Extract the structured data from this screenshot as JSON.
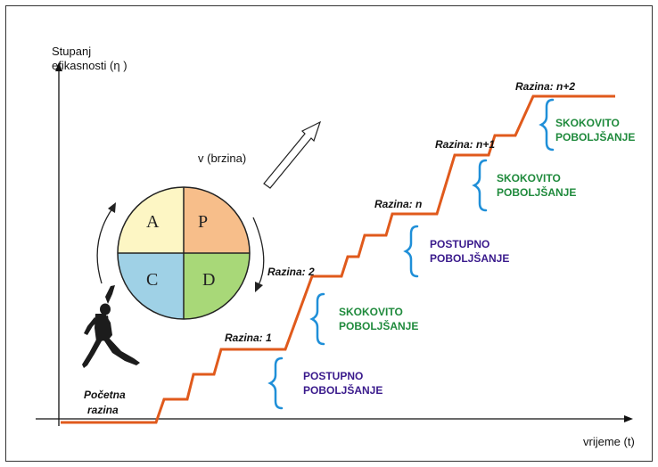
{
  "axes": {
    "y_label_line1": "Stupanj",
    "y_label_line2": "efikasnosti (η )",
    "x_label": "vrijeme (t)"
  },
  "speed_label": "v  (brzina)",
  "pdca": {
    "a": "A",
    "p": "P",
    "c": "C",
    "d": "D"
  },
  "colors": {
    "staircase": "#e05a1c",
    "quadrant_a": "#fdf6c4",
    "quadrant_p": "#f7be8a",
    "quadrant_c": "#9fd1e6",
    "quadrant_d": "#a8d878",
    "brace": "#1f8fd8",
    "stepwise_text": "#1f8a3c",
    "gradual_text": "#3a1a8c"
  },
  "levels": {
    "start_line1": "Početna",
    "start_line2": "razina",
    "l1": "Razina: 1",
    "l2": "Razina: 2",
    "ln": "Razina: n",
    "ln1": "Razina: n+1",
    "ln2": "Razina: n+2"
  },
  "improvements": {
    "gradual1": {
      "line1": "POSTUPNO",
      "line2": "POBOLJŠANJE"
    },
    "step1": {
      "line1": "SKOKOVITO",
      "line2": "POBOLJŠANJE"
    },
    "gradual2": {
      "line1": "POSTUPNO",
      "line2": "POBOLJŠANJE"
    },
    "step2": {
      "line1": "SKOKOVITO",
      "line2": "POBOLJŠANJE"
    },
    "step3": {
      "line1": "SKOKOVITO",
      "line2": "POBOLJŠANJE"
    }
  }
}
